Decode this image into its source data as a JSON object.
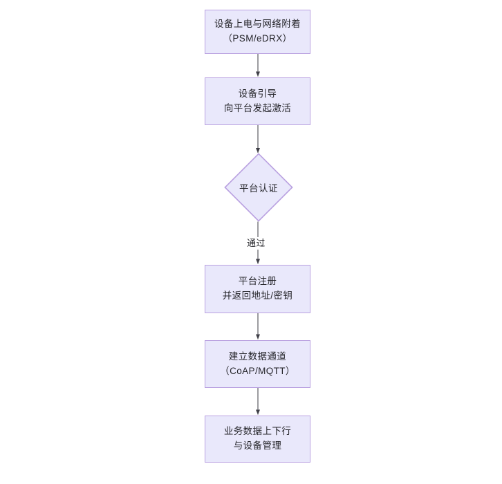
{
  "diagram": {
    "type": "flowchart",
    "orientation": "top-to-bottom",
    "background_color": "#ffffff",
    "node_fill_color": "#e9e8fb",
    "node_border_color": "#b9a0e0",
    "connector_color": "#4a4a52",
    "text_color": "#26262b",
    "nodes": [
      {
        "id": "power-on",
        "shape": "rectangle",
        "line1": "设备上电与网络附着",
        "line2": "（PSM/eDRX）"
      },
      {
        "id": "bootstrap",
        "shape": "rectangle",
        "line1": "设备引导",
        "line2": "向平台发起激活"
      },
      {
        "id": "platform-auth",
        "shape": "diamond",
        "line1": "平台认证",
        "line2": ""
      },
      {
        "id": "platform-register",
        "shape": "rectangle",
        "line1": "平台注册",
        "line2": "并返回地址/密钥"
      },
      {
        "id": "data-channel",
        "shape": "rectangle",
        "line1": "建立数据通道",
        "line2": "（CoAP/MQTT）"
      },
      {
        "id": "business-data",
        "shape": "rectangle",
        "line1": "业务数据上下行",
        "line2": "与设备管理"
      }
    ],
    "edges": [
      {
        "id": "e1",
        "from": "power-on",
        "to": "bootstrap",
        "label": ""
      },
      {
        "id": "e2",
        "from": "bootstrap",
        "to": "platform-auth",
        "label": ""
      },
      {
        "id": "e3",
        "from": "platform-auth",
        "to": "platform-register",
        "label": "通过"
      },
      {
        "id": "e4",
        "from": "platform-register",
        "to": "data-channel",
        "label": ""
      },
      {
        "id": "e5",
        "from": "data-channel",
        "to": "business-data",
        "label": ""
      }
    ]
  }
}
